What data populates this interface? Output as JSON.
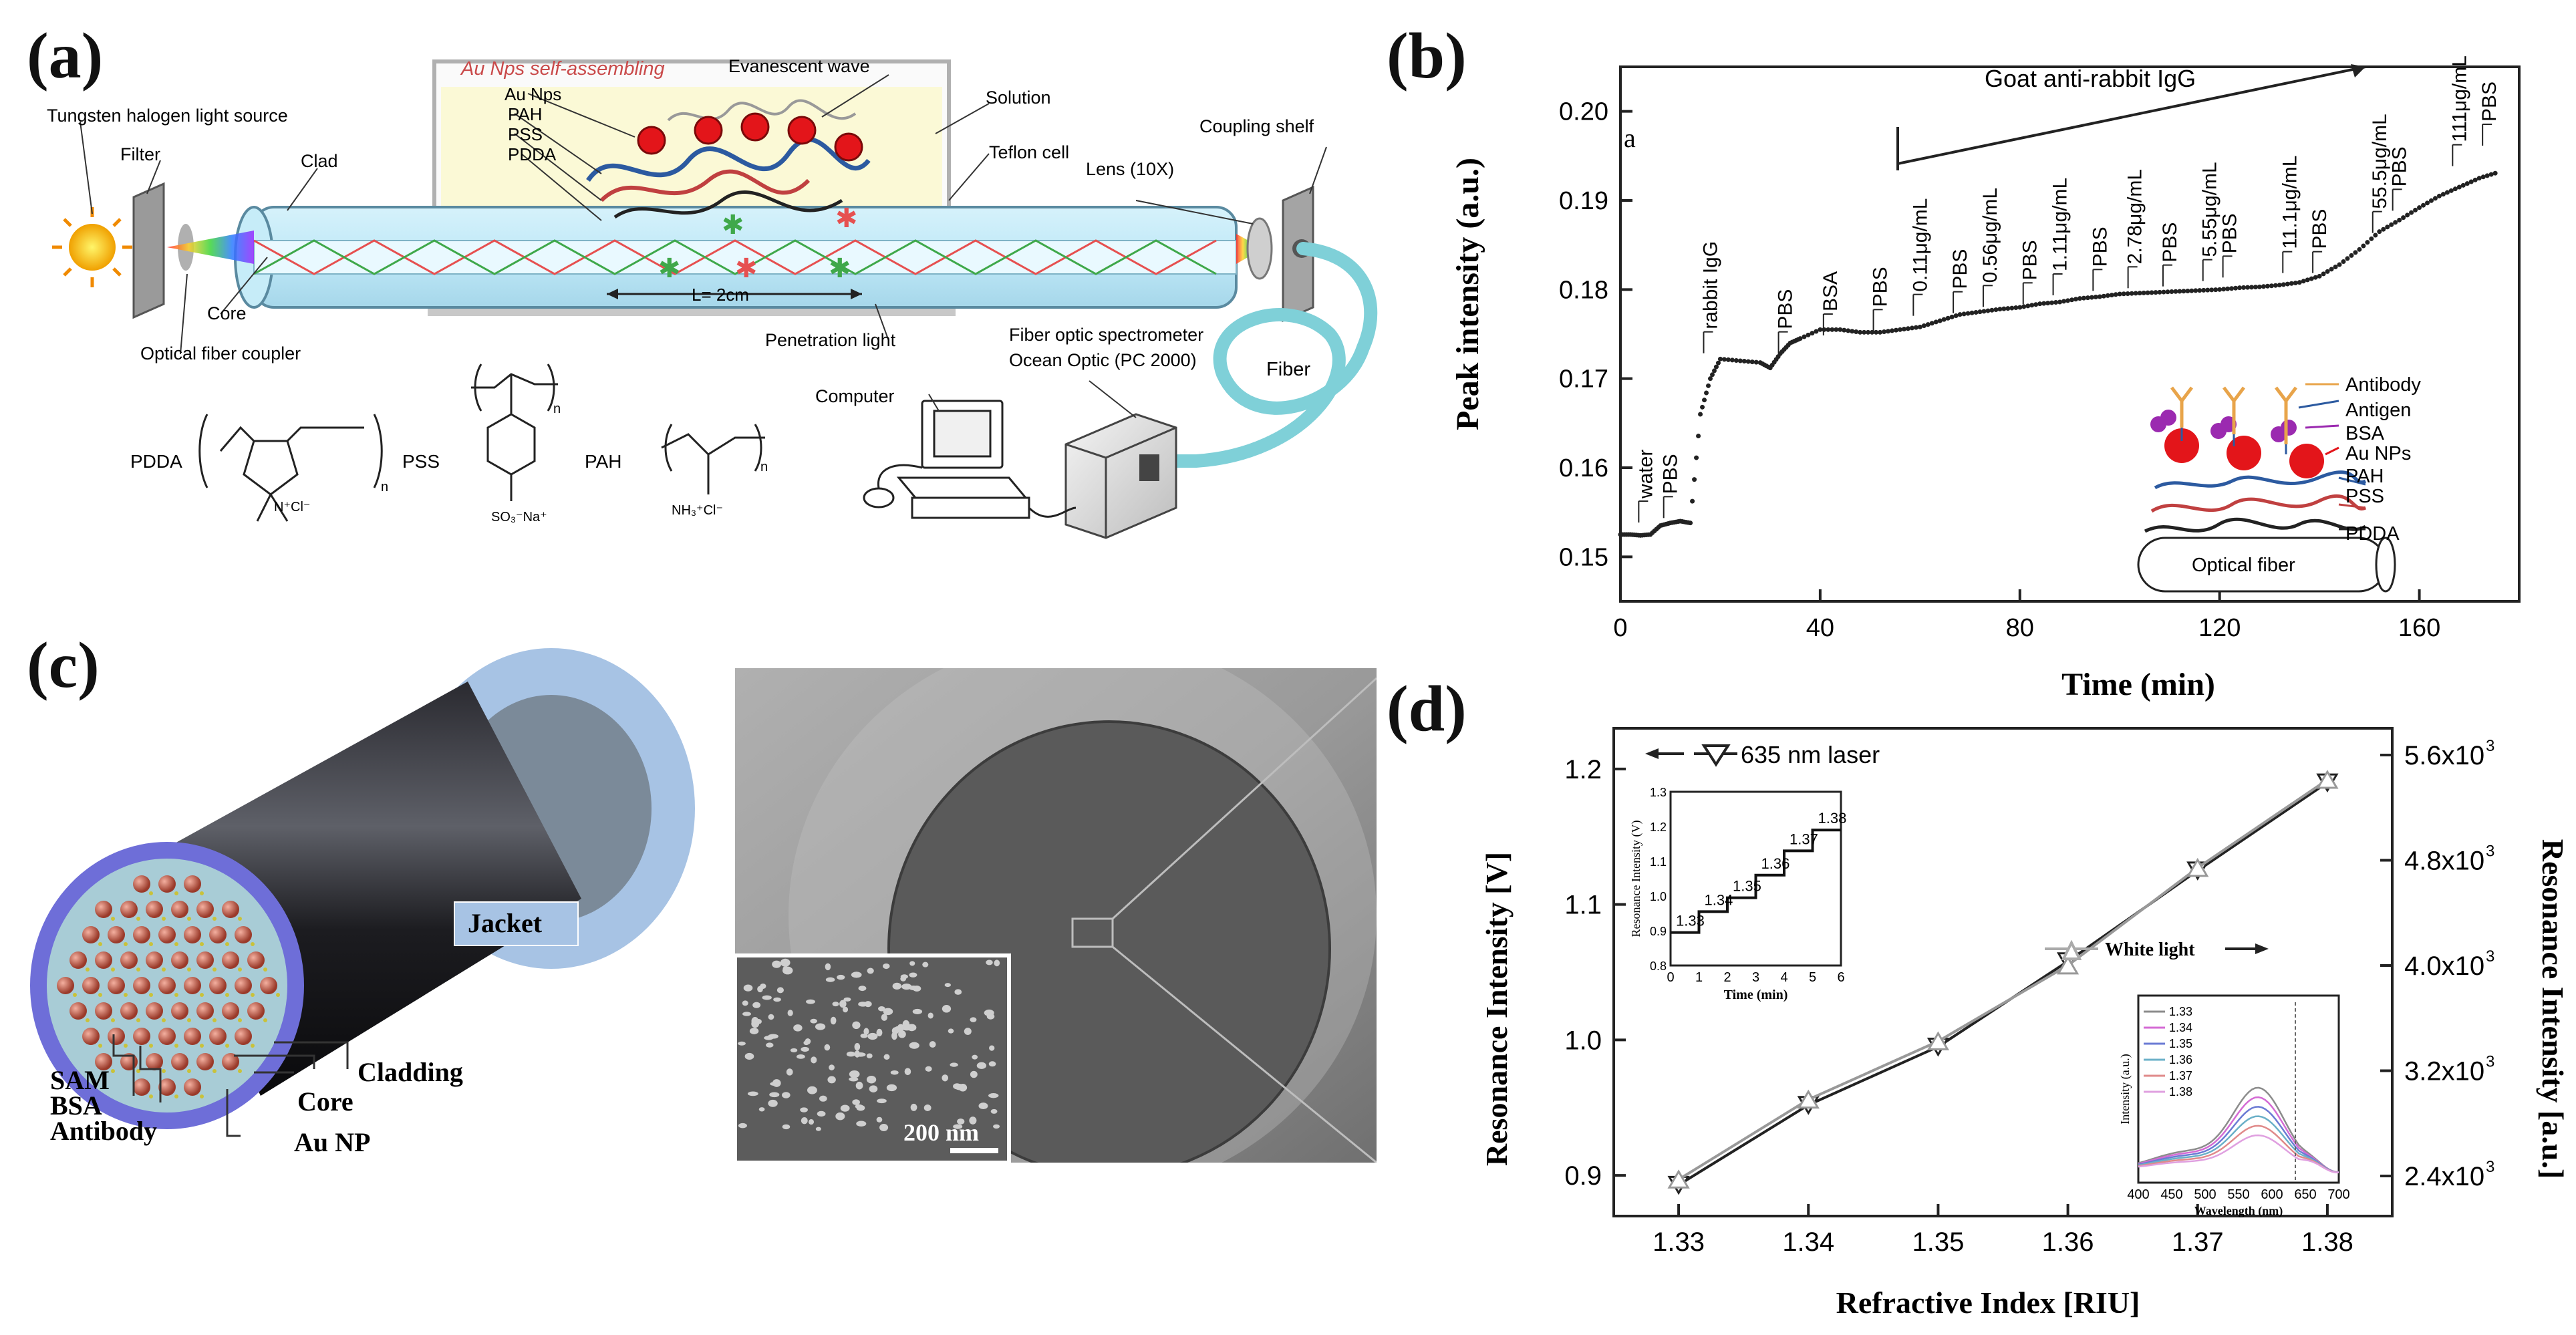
{
  "panel_labels": {
    "a": "(a)",
    "b": "(b)",
    "c": "(c)",
    "d": "(d)"
  },
  "panel_a": {
    "header": "Au Nps self-assembling",
    "labels": {
      "light_source": "Tungsten halogen light source",
      "filter": "Filter",
      "clad": "Clad",
      "core": "Core",
      "coupler": "Optical fiber coupler",
      "au_nps": "Au Nps",
      "pah": "PAH",
      "pss": "PSS",
      "pdda": "PDDA",
      "evanescent": "Evanescent wave",
      "solution": "Solution",
      "teflon": "Teflon cell",
      "length": "L= 2cm",
      "penetration": "Penetration light",
      "lens": "Lens (10X)",
      "coupling_shelf": "Coupling shelf",
      "spectrometer_line1": "Fiber optic spectrometer",
      "spectrometer_line2": "Ocean Optic (PC 2000)",
      "computer": "Computer",
      "fiber": "Fiber"
    },
    "chem": {
      "pdda_name": "PDDA",
      "pss_name": "PSS",
      "pah_name": "PAH",
      "n": "n",
      "ncl": "N⁺Cl⁻",
      "so3": "SO₃⁻Na⁺",
      "nh3": "NH₃⁺Cl⁻"
    }
  },
  "panel_b": {
    "ylabel": "Peak intensity (a.u.)",
    "xlabel": "Time (min)",
    "sublabel": "a",
    "goat": "Goat anti-rabbit IgG",
    "xticks": [
      "0",
      "40",
      "80",
      "120",
      "160"
    ],
    "yticks": [
      "0.15",
      "0.16",
      "0.17",
      "0.18",
      "0.19",
      "0.20"
    ],
    "annotations": [
      "water",
      "PBS",
      "rabbit IgG",
      "PBS",
      "BSA",
      "PBS",
      "0.11μg/mL",
      "PBS",
      "0.56μg/mL",
      "PBS",
      "1.11μg/mL",
      "PBS",
      "2.78μg/mL",
      "PBS",
      "5.55μg/mL",
      "PBS",
      "11.1μg/mL",
      "PBS",
      "55.5μg/mL",
      "PBS",
      "111μg/mL",
      "PBS"
    ],
    "legend": {
      "antibody": "Antibody",
      "antigen": "Antigen",
      "bsa": "BSA",
      "au_nps": "Au NPs",
      "pah": "PAH",
      "pss": "PSS",
      "pdda": "PDDA",
      "fiber": "Optical fiber"
    }
  },
  "panel_c": {
    "labels": {
      "jacket": "Jacket",
      "cladding": "Cladding",
      "core": "Core",
      "sam": "SAM",
      "bsa": "BSA",
      "antibody": "Antibody",
      "au_np": "Au NP"
    },
    "scale_bar": "200 nm"
  },
  "panel_d": {
    "xlabel": "Refractive Index [RIU]",
    "ylabel_left": "Resonance Intensity [V]",
    "ylabel_right": "Resonance Intensity [a.u.]",
    "xticks": [
      "1.33",
      "1.34",
      "1.35",
      "1.36",
      "1.37",
      "1.38"
    ],
    "yticks_left": [
      "0.9",
      "1.0",
      "1.1",
      "1.2"
    ],
    "yticks_right": [
      "2.4x10",
      "3.2x10",
      "4.0x10",
      "4.8x10",
      "5.6x10"
    ],
    "yticks_right_exp": "3",
    "legend_laser": "635 nm laser",
    "legend_white": "White light",
    "inset1": {
      "ylabel": "Resonance Intensity (V)",
      "xlabel": "Time (min)",
      "xticks": [
        "0",
        "1",
        "2",
        "3",
        "4",
        "5",
        "6"
      ],
      "yticks": [
        "0.8",
        "0.9",
        "1.0",
        "1.1",
        "1.2",
        "1.3"
      ],
      "step_labels": [
        "1.33",
        "1.34",
        "1.35",
        "1.36",
        "1.37",
        "1.38"
      ]
    },
    "inset2": {
      "ylabel": "Intensity (a.u.)",
      "xlabel": "Wavelength (nm)",
      "xticks": [
        "400",
        "450",
        "500",
        "550",
        "600",
        "650",
        "700"
      ],
      "legend": [
        "1.33",
        "1.34",
        "1.35",
        "1.36",
        "1.37",
        "1.38"
      ],
      "colors": [
        "#8c8c8c",
        "#d46bd4",
        "#6b7bd4",
        "#6bb0c8",
        "#e08a8a",
        "#e0a0e0"
      ]
    }
  },
  "chart_data": [
    {
      "type": "scatter",
      "panel": "b",
      "xlabel": "Time (min)",
      "ylabel": "Peak intensity (a.u.)",
      "xlim": [
        0,
        180
      ],
      "ylim": [
        0.145,
        0.205
      ],
      "x": [
        0,
        2,
        4,
        6,
        8,
        10,
        12,
        14,
        16,
        18,
        20,
        24,
        28,
        30,
        32,
        34,
        36,
        40,
        44,
        48,
        52,
        56,
        60,
        64,
        68,
        72,
        76,
        80,
        84,
        88,
        92,
        96,
        100,
        104,
        108,
        112,
        116,
        120,
        124,
        128,
        132,
        136,
        140,
        144,
        148,
        152,
        156,
        160,
        164,
        168,
        172,
        176
      ],
      "y": [
        0.1525,
        0.1525,
        0.1524,
        0.1525,
        0.1535,
        0.1538,
        0.154,
        0.1538,
        0.166,
        0.17,
        0.1722,
        0.172,
        0.1718,
        0.1712,
        0.1728,
        0.174,
        0.1745,
        0.1755,
        0.1755,
        0.1752,
        0.1752,
        0.1755,
        0.1758,
        0.1765,
        0.1772,
        0.1775,
        0.1778,
        0.178,
        0.1784,
        0.1786,
        0.179,
        0.1792,
        0.1795,
        0.1796,
        0.1797,
        0.1798,
        0.1799,
        0.18,
        0.1802,
        0.1803,
        0.1805,
        0.1808,
        0.1815,
        0.1828,
        0.1845,
        0.1865,
        0.1878,
        0.1892,
        0.1905,
        0.1915,
        0.1925,
        0.1932
      ]
    },
    {
      "type": "line",
      "panel": "d",
      "xlabel": "Refractive Index [RIU]",
      "ylabel": "Resonance Intensity [V]",
      "xlim": [
        1.325,
        1.385
      ],
      "ylim": [
        0.87,
        1.23
      ],
      "series": [
        {
          "name": "635 nm laser",
          "x": [
            1.33,
            1.34,
            1.35,
            1.36,
            1.37,
            1.38
          ],
          "values": [
            0.893,
            0.952,
            0.995,
            1.058,
            1.125,
            1.19
          ]
        },
        {
          "name": "White light",
          "x": [
            1.33,
            1.34,
            1.35,
            1.36,
            1.37,
            1.38
          ],
          "values": [
            0.897,
            0.956,
            0.999,
            1.055,
            1.127,
            1.192
          ]
        }
      ]
    }
  ]
}
